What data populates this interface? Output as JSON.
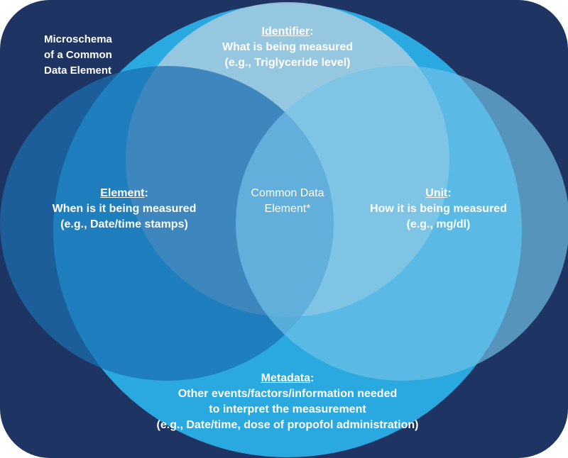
{
  "colors": {
    "background": "#1e3462",
    "metadata_circle": "#2aa9e0",
    "identifier_circle": "#a9cde0",
    "element_circle": "#1c6fb0",
    "unit_circle": "#72c3e8",
    "text": "#ffffff"
  },
  "title_lines": [
    "Microschema",
    "of a Common",
    "Data Element"
  ],
  "identifier": {
    "heading": "Identifier",
    "lines": [
      "What is being measured",
      "(e.g., Triglyceride level)"
    ]
  },
  "element": {
    "heading": "Element",
    "lines": [
      "When is it being measured",
      "(e.g., Date/time stamps)"
    ]
  },
  "unit": {
    "heading": "Unit",
    "lines": [
      "How it is being measured",
      "(e.g., mg/dl)"
    ]
  },
  "center": {
    "lines": [
      "Common Data",
      "Element*"
    ]
  },
  "metadata": {
    "heading": "Metadata",
    "lines": [
      "Other events/factors/information needed",
      "to interpret the measurement",
      "(e.g., Date/time, dose of propofol administration)"
    ]
  }
}
